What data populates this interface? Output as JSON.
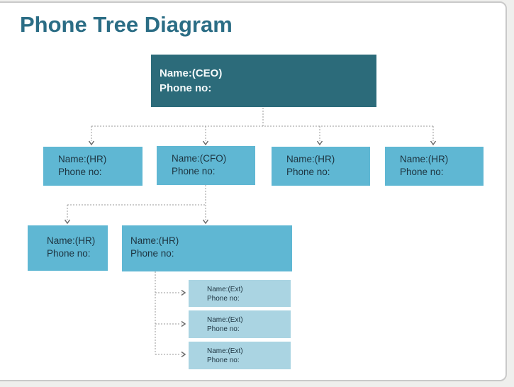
{
  "title": "Phone Tree Diagram",
  "palette": {
    "title_text": "#2b6d85",
    "ceo_box": "#2c6b7a",
    "manager_box": "#5fb7d3",
    "ext_box": "#aad4e2",
    "box_text_dark": "#1d3440",
    "box_text_light": "#f4f9fa",
    "connector": "#9a9a9a"
  },
  "nodes": {
    "ceo": {
      "name": "Name:(CEO)",
      "phone": "Phone no:"
    },
    "hr1": {
      "name": "Name:(HR)",
      "phone": "Phone no:"
    },
    "cfo": {
      "name": "Name:(CFO)",
      "phone": "Phone no:"
    },
    "hr2": {
      "name": "Name:(HR)",
      "phone": "Phone no:"
    },
    "hr3": {
      "name": "Name:(HR)",
      "phone": "Phone no:"
    },
    "hr4": {
      "name": "Name:(HR)",
      "phone": "Phone no:"
    },
    "hr5": {
      "name": "Name:(HR)",
      "phone": "Phone no:"
    },
    "ext1": {
      "name": "Name:(Ext)",
      "phone": "Phone no:"
    },
    "ext2": {
      "name": "Name:(Ext)",
      "phone": "Phone no:"
    },
    "ext3": {
      "name": "Name:(Ext)",
      "phone": "Phone no:"
    }
  }
}
